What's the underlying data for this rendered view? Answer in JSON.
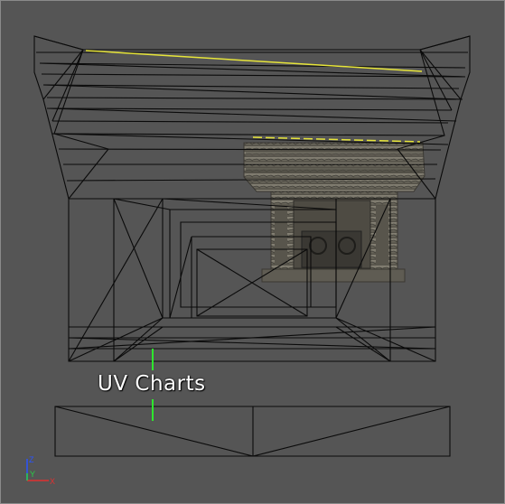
{
  "viewport": {
    "label": "UV Charts"
  },
  "axis_gizmo": {
    "y_axis": "Y",
    "z_axis": "Z",
    "x_axis": "X",
    "y_color": "#26d046",
    "z_color": "#2a54ff",
    "x_color": "#e03030"
  },
  "colors": {
    "background": "#555555",
    "wire": "#0a0a0a",
    "seam": "#e7e53a",
    "marker": "#2ee62e"
  },
  "icons": {
    "texture": "stone-shrine-texture",
    "gizmo": "axis-gizmo-icon"
  }
}
